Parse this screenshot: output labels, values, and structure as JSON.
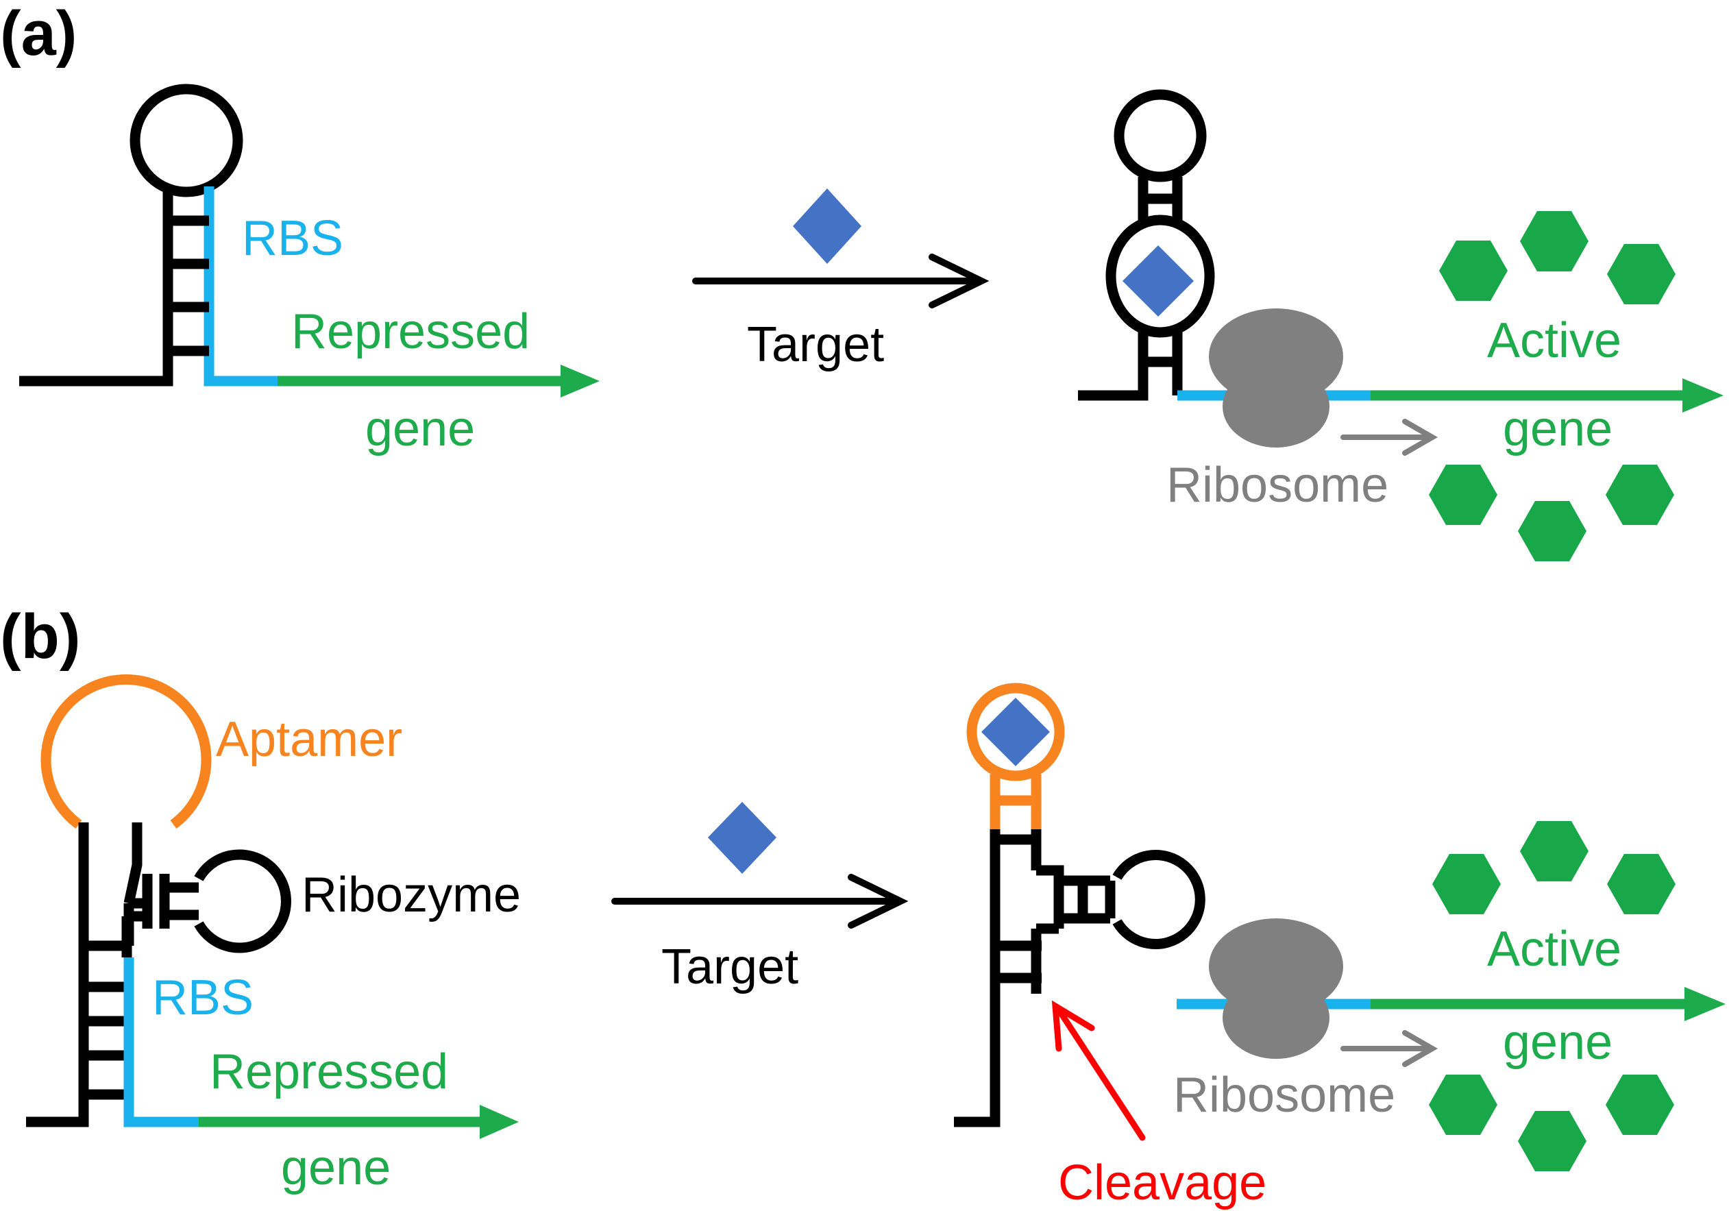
{
  "colors": {
    "black": "#000000",
    "rbs": "#1ab2ec",
    "gene": "#1eab4b",
    "target": "#4472c4",
    "ribosome": "#808080",
    "aptamer": "#f7841f",
    "cleavage": "#ff0000",
    "protein": "#18a84a"
  },
  "panel_a": {
    "label": "(a)",
    "rbs_label": "RBS",
    "gene_label_line1": "Repressed",
    "gene_label_line2": "gene",
    "arrow_label": "Target",
    "active_line1": "Active",
    "active_line2": "gene",
    "ribosome_label": "Ribosome"
  },
  "panel_b": {
    "label": "(b)",
    "aptamer_label": "Aptamer",
    "ribozyme_label": "Ribozyme",
    "rbs_label": "RBS",
    "gene_label_line1": "Repressed",
    "gene_label_line2": "gene",
    "arrow_label": "Target",
    "cleavage_label": "Cleavage",
    "active_line1": "Active",
    "active_line2": "gene",
    "ribosome_label": "Ribosome"
  },
  "icons": {
    "target": "diamond",
    "protein": "hexagon",
    "ribosome": "two-lobed-blob"
  }
}
